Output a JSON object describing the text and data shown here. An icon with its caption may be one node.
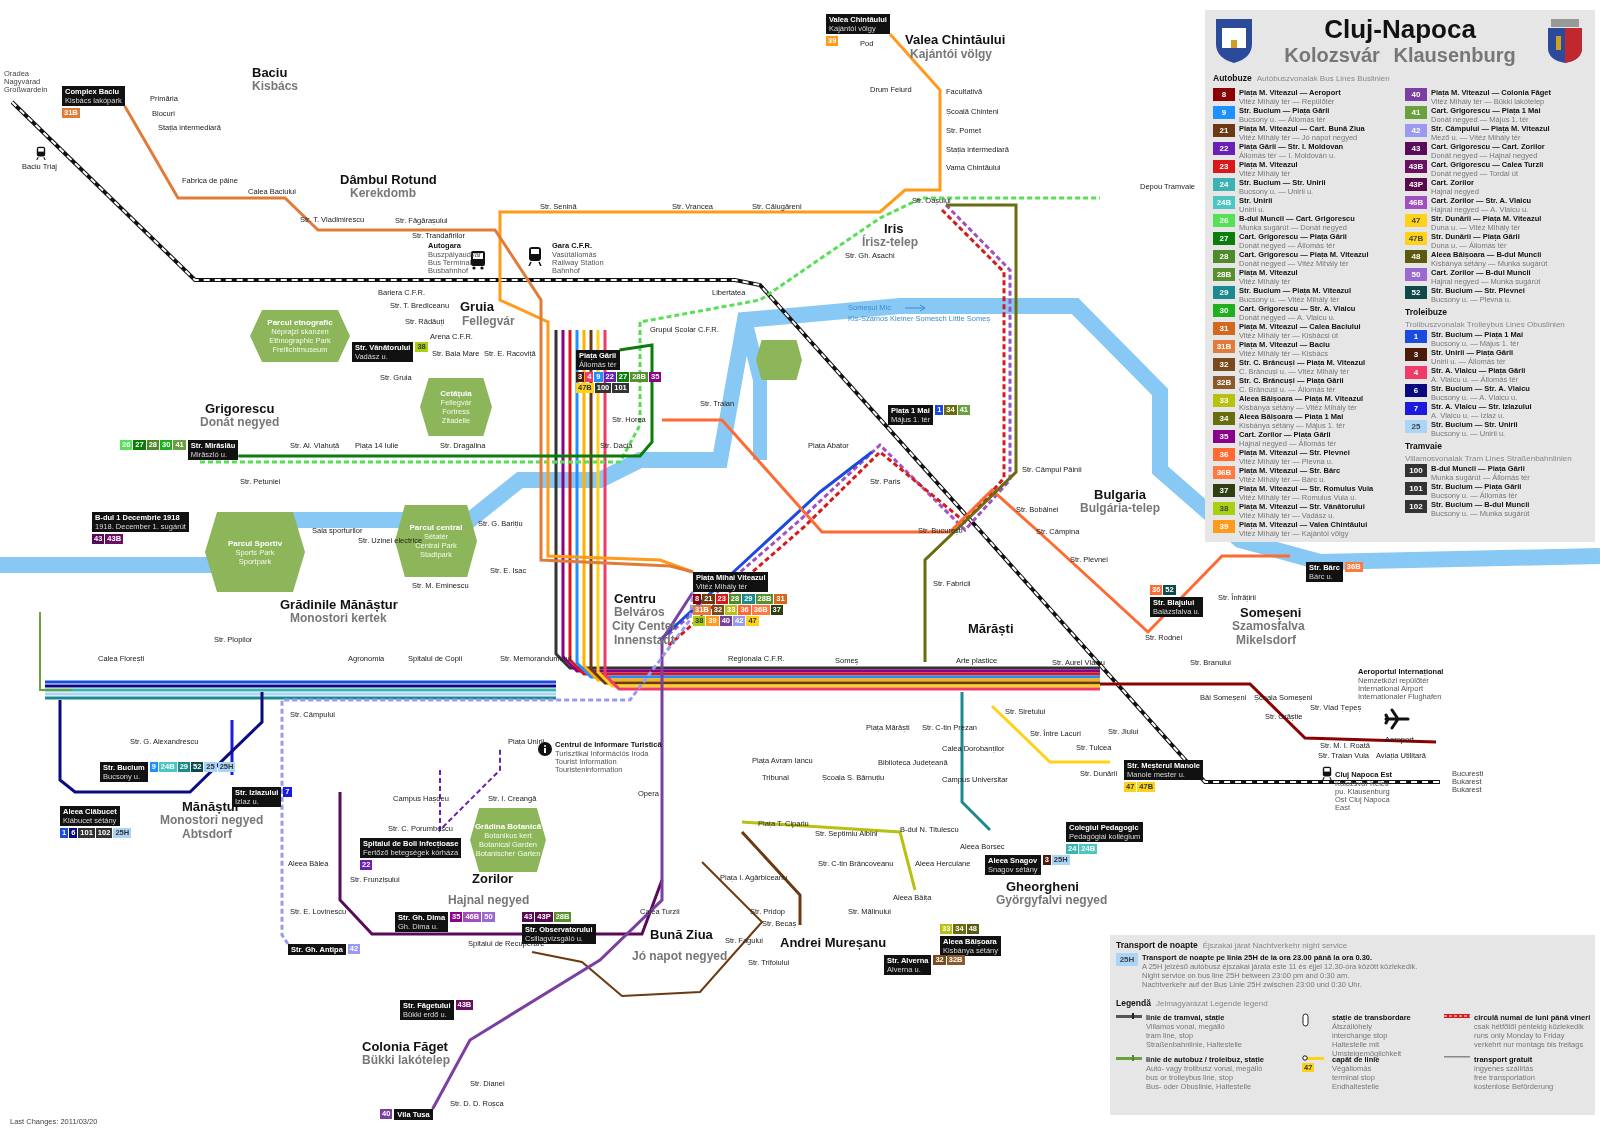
{
  "diagram": {
    "title": "Cluj-Napoca",
    "nodes": [
      {
        "text": [
          "Valea Chintăului",
          "Kajántói völgy"
        ],
        "beside": [
          "39"
        ]
      },
      {
        "text": [
          "Complex Baciu",
          "Kisbács lakópark"
        ],
        "beside": [
          "31B"
        ]
      },
      {
        "text": [
          "Parcul etnografic",
          "Néprajzi skanzen",
          "Ethnographic Park",
          "Freilichtmuseum"
        ]
      },
      {
        "text": [
          "Str. Vânătorului",
          "Vadász u."
        ],
        "beside": [
          "38"
        ]
      },
      {
        "text": [
          "Piața Gării",
          "Állomás tér"
        ],
        "beside": [
          "3",
          "4",
          "9",
          "22",
          "27",
          "28B",
          "35",
          "47B",
          "100",
          "101"
        ]
      },
      {
        "text": [
          "Cetățuia",
          "Fellegvár",
          "Fortress",
          "Zitadelle"
        ]
      },
      {
        "text": [],
        "shape": "hexagon"
      },
      {
        "text": [
          "Piața 1 Mai",
          "Május 1. tér"
        ],
        "beside": [
          "1",
          "34",
          "41"
        ]
      },
      {
        "text": [
          "Str. Mirăslău",
          "Mirăszló u."
        ],
        "beside": [
          "26",
          "27",
          "28",
          "30",
          "41"
        ]
      },
      {
        "text": [
          "B-dul 1 Decembrie 1918",
          "1918. December 1. sugárút"
        ],
        "beside": [
          "43",
          "43B"
        ]
      },
      {
        "text": [
          "Parcul central",
          "Sétatér",
          "Central Park",
          "Stadtpark"
        ]
      },
      {
        "text": [
          "Parcul Sportiv",
          "Sports Park",
          "Sportpark"
        ]
      },
      {
        "text": [
          "Piața Mihai Viteazul",
          "Vitéz Mihály tér"
        ],
        "beside": [
          "8",
          "21",
          "23",
          "28",
          "29",
          "28B",
          "31",
          "31B",
          "32",
          "33",
          "36",
          "36B",
          "37",
          "38",
          "39",
          "40",
          "42",
          "47"
        ]
      },
      {
        "text": [
          "Str. Blajului",
          "Balázsfalva u."
        ],
        "beside": [
          "36",
          "52"
        ]
      },
      {
        "text": [
          "Str. Bârc",
          "Bárc u."
        ],
        "beside": [
          "36B"
        ]
      },
      {
        "text": [
          "Str. Bucium",
          "Bucsony u."
        ],
        "beside": [
          "9",
          "24B",
          "29",
          "52",
          "25",
          "25H"
        ]
      },
      {
        "text": [
          "Str. Meșterul Manole",
          "Manole mester u."
        ],
        "beside": [
          "47",
          "47B"
        ]
      },
      {
        "text": [
          "Aleea Clăbucet",
          "Klábucet sétány"
        ],
        "beside": [
          "1",
          "6",
          "101",
          "102",
          "25H"
        ]
      },
      {
        "text": [
          "Str. Izlazului",
          "Izlaz u."
        ],
        "beside": [
          "7"
        ]
      },
      {
        "text": [
          "Grădina Botanică",
          "Botanikus kert",
          "Botanical Garden",
          "Botanischer Garten"
        ]
      },
      {
        "text": [
          "Colegiul Pedagogic",
          "Pedagógiai kollégium"
        ],
        "beside": [
          "24",
          "24B"
        ]
      },
      {
        "text": [
          "Spitalul de Boli Infecțioase",
          "Fertőző betegségek kórháza"
        ],
        "beside": [
          "22"
        ]
      },
      {
        "text": [
          "Aleea Snagov",
          "Snagov sétány"
        ],
        "beside": [
          "3",
          "25H"
        ]
      },
      {
        "text": [
          "Str. Gh. Antipa"
        ],
        "beside": [
          "42"
        ]
      },
      {
        "text": [
          "Str. Gh. Dima",
          "Gh. Dima u."
        ],
        "beside": [
          "35",
          "46B",
          "50"
        ]
      },
      {
        "text": [
          "Str. Observatorului",
          "Csillagvizsgáló u."
        ],
        "beside": [
          "43",
          "43P",
          "28B"
        ]
      },
      {
        "text": [
          "Aleea Băișoara",
          "Kisbánya sétány"
        ],
        "beside": [
          "33",
          "34",
          "48"
        ]
      },
      {
        "text": [
          "Str. Alverna",
          "Alverna u."
        ],
        "beside": [
          "32",
          "32B"
        ]
      },
      {
        "text": [
          "Str. Făgetului",
          "Bükki erdő u."
        ],
        "beside": [
          "43B"
        ]
      },
      {
        "text": [
          "Vila Tusa"
        ],
        "beside": [
          "40"
        ]
      }
    ],
    "edges": [
      {
        "from": 0,
        "to": 12,
        "arrow": "none",
        "color": "#ff9a1a"
      },
      {
        "from": 1,
        "to": 12,
        "arrow": "none",
        "color": "#e07b39"
      },
      {
        "from": 29,
        "to": 12,
        "arrow": "none",
        "color": "#7a3fa0"
      },
      {
        "from": 23,
        "to": 12,
        "arrow": "none",
        "style": "dashed",
        "color": "#9a9af0"
      },
      {
        "from": 8,
        "to": 4,
        "arrow": "none",
        "color": "#0a7d0a"
      }
    ],
    "labels": [
      "Pod",
      "Valea Chintăului",
      "Kajántói völgy",
      "Oradea Nagyvárad Großwardein",
      "Baciu",
      "Kisbács",
      "Drum Feiurd",
      "Facultativă",
      "Primăria",
      "Blocuri",
      "Școală Chinteni",
      "Stația intermediară",
      "Str. Pomet",
      "Stația intermediară",
      "Baciu Triaj",
      "Vama Chintăului",
      "Fabrica de pâine",
      "Dâmbul Rotund",
      "Calea Baciului",
      "Kerekdomb",
      "Depou Tramvaie",
      "Str. Senină",
      "Str. Vrancea",
      "Str. Călugăreni",
      "Str. Oașului",
      "Str. T. Vladimirescu",
      "Str. Făgărașului",
      "Iris",
      "Str. Trandafirilor",
      "Autogara",
      "Gara C.F.R.",
      "Írisz-telep",
      "Buszpályaudvar Bus Terminal Busbahnhof",
      "Vasútállomás Railway Station Bahnhof",
      "Str. Gh. Asachi",
      "Bariera C.F.R.",
      "Libertatea",
      "Str. T. Brediceanu",
      "Gruia",
      "Someșul Mic",
      "Str. Rădăuți",
      "Fellegvár",
      "Grupul Școlar C.F.R.",
      "Kis-Szamos Kleiner Somesch Little Someș",
      "Arena C.F.R.",
      "Str. Baia Mare",
      "Str. E. Racoviță",
      "Str. Gruia",
      "Grigorescu",
      "Str. Traian",
      "Donát negyed",
      "Str. Horea",
      "Str. Al. Vlahuță",
      "Piața 14 Iulie",
      "Str. Dragalina",
      "Str. Dacia",
      "Piața Abator",
      "Str. Petuniei",
      "Str. Paris",
      "Str. Câmpul Pâinii",
      "Bulgaria",
      "Str. Bobâlnei",
      "Bulgária-telep",
      "Sala sporturilor",
      "Str. G. Barițiu",
      "Str. București",
      "Str. Câmpina",
      "Str. Uzinei electrice",
      "Str. Plevnei",
      "Str. E. Isac",
      "Str. M. Eminescu",
      "Str. Fabricii",
      "Grădinile Mănăștur",
      "Centru",
      "Str. Înfrățirii",
      "Monostori kertek",
      "Belváros",
      "Someșeni",
      "City Center",
      "Mărăști",
      "Szamosfalva",
      "Str. Plopilor",
      "Innenstadt",
      "Str. Rodnei",
      "Mikelsdorf",
      "Calea Florești",
      "Agronomia",
      "Spitalul de Copii",
      "Str. Memorandumului",
      "Regionala C.F.R.",
      "Someș",
      "Arte plastice",
      "Str. Aurel Vlaicu",
      "Str. Branului",
      "Aeroportul Internațional",
      "Băi Someșeni",
      "Școala Someșeni",
      "Str. Vlad Țepeș",
      "Nemzetközi repülőtér International Airport Internationaler Flughafen",
      "Str. Câmpului",
      "Str. Siretului",
      "Str. Orăștie",
      "Piața Mărăști",
      "Str. C-tin Prezan",
      "Str. Între Lacuri",
      "Str. Jiului",
      "Str. G. Alexandrescu",
      "Piața Unirii",
      "Centrul de Informare Turistică",
      "Calea Dorobanților",
      "Str. Tulcea",
      "Str. M. I. Roată",
      "Aeroport",
      "Turisztikai Információs Iroda Tourist Information Touristeninformation",
      "Piața Avram Iancu",
      "Biblioteca Județeană",
      "Str. Traian Vuia",
      "Aviația Utilitară",
      "Tribunal",
      "Școala S. Bărnuțiu",
      "Campus Universitar",
      "Str. Dunării",
      "Cluj Napoca Est",
      "Opera",
      "Kolozsvár Keleti pu. Klausenburg Ost Cluj Napoca East",
      "București Bukarest Bukarest",
      "Mănăștur",
      "Campus Hașdeu",
      "Str. I. Creangă",
      "Monostori negyed",
      "Abtsdorf",
      "Str. C. Porumbescu",
      "Piața T. Cipariu",
      "Str. Septimiu Albini",
      "B-dul N. Titulescu",
      "Aleea Borsec",
      "Aleea Bâlea",
      "Str. C-tin Brâncoveanu",
      "Aleea Herculane",
      "Str. Frunzișului",
      "Zorilor",
      "Piața I. Agârbiceanu",
      "Gheorgheni",
      "Hajnal negyed",
      "Aleea Bâița",
      "Györgyfalvi negyed",
      "Str. E. Lovinescu",
      "Calea Turzii",
      "Str. Pridop",
      "Str. Mălinului",
      "Str. Becaș",
      "Spitalul de Recuperare",
      "Bună Ziua",
      "Str. Fagului",
      "Andrei Mureșanu",
      "Jó napot negyed",
      "Str. Trifoiului",
      "Colonia Făget",
      "Bükki lakótelep",
      "Str. Dianei",
      "Str. D. D. Roșca",
      "Last Changes: 2011/03/20",
      "Kolozsvár Klausenburg",
      "Autobuze",
      "Autóbuszvonalak Bus Lines Buslinien",
      "Piața M. Viteazul — Aeroport",
      "Vitéz Mihály tér — Repülőtér",
      "Str. Bucium — Piața Gării",
      "Bucsony u. — Állomás tér",
      "Piața M. Viteazul — Cart. Bună Ziua",
      "Vitéz Mihály tér — Jó napot negyed",
      "Piața Gării — Str. I. Moldovan",
      "Állomás tér — I. Moldován u.",
      "Piața M. Viteazul",
      "Vitéz Mihály tér",
      "Str. Bucium — Str. Unirii",
      "Bucsony u. — Unirii u.",
      "Str. Unirii",
      "Unirii u.",
      "B-dul Muncii — Cart. Grigorescu",
      "Munka sugárút — Donát negyed",
      "Cart. Grigorescu — Piața Gării",
      "Donát negyed — Állomás tér",
      "Cart. Grigorescu — Piața M. Viteazul",
      "Donát negyed — Vitéz Mihály tér",
      "Piața M. Viteazul",
      "Vitéz Mihály tér",
      "Str. Bucium — Piața M. Viteazul",
      "Bucsony u. — Vitéz Mihály tér",
      "Cart. Grigorescu — Str. A. Vlaicu",
      "Donát negyed — A. Vlaicu u.",
      "Piața M. Viteazul — Calea Baciului",
      "Vitéz Mihály tér — Kisbácsi út",
      "Piața M. Viteazul — Baciu",
      "Vitéz Mihály tér — Kisbács",
      "Str. C. Brâncuși — Piața M. Viteazul",
      "C. Brâncuși u. — Vitéz Mihály tér",
      "Str. C. Brâncuși — Piața Gării",
      "C. Brâncuși u. — Állomás tér",
      "Aleea Băișoara — Piața M. Viteazul",
      "Kisbánya sétány — Vitéz Mihály tér",
      "Aleea Băișoara — Piața 1 Mai",
      "Kisbánya sétány — Május 1. tér",
      "Cart. Zorilor — Piața Gării",
      "Hajnal negyed — Állomás tér",
      "Piața M. Viteazul — Str. Plevnei",
      "Vitéz Mihály tér — Plevna u.",
      "Piața M. Viteazul — Str. Bârc",
      "Vitéz Mihály tér — Bárc u.",
      "Piața M. Viteazul — Str. Romulus Vuia",
      "Vitéz Mihály tér — Romulus Vuia u.",
      "Piața M. Viteazul — Str. Vânătorului",
      "Vitéz Mihály tér — Vadász u.",
      "Piața M. Viteazul — Valea Chintăului",
      "Vitéz Mihály tér — Kajántói völgy",
      "Piața M. Viteazul — Colonia Făget",
      "Vitéz Mihály tér — Bükki lakótelep",
      "Cart. Grigorescu — Piața 1 Mai",
      "Donát negyed — Május 1. tér",
      "Str. Câmpului — Piața M. Viteazul",
      "Mező u. — Vitéz Mihály tér",
      "Cart. Grigorescu — Cart. Zorilor",
      "Donát negyed — Hajnal negyed",
      "Cart. Grigorescu — Calea Turzii",
      "Donát negyed — Tordai út",
      "Cart. Zorilor",
      "Hajnal negyed",
      "Cart. Zorilor — Str. A. Vlaicu",
      "Hajnal negyed — A. Vlaicu u.",
      "Str. Dunării — Piața M. Viteazul",
      "Duna u. — Vitéz Mihály tér",
      "Str. Dunării — Piața Gării",
      "Duna u. — Állomás tér",
      "Aleea Băișoara — B-dul Muncii",
      "Kisbánya sétány — Munka sugárút",
      "Cart. Zorilor — B-dul Muncii",
      "Hajnal negyed — Munka sugárút",
      "Str. Bucium — Str. Plevnei",
      "Bucsony u. — Plevna u.",
      "Troleibuze",
      "Trolibuszvonalak Trolleybus Lines Obuslinien",
      "Str. Bucium — Piața 1 Mai",
      "Bucsony u. — Május 1. tér",
      "Str. Unirii — Piața Gării",
      "Unirii u. — Állomás tér",
      "Str. A. Vlaicu — Piața Gării",
      "A. Vlaicu u. — Állomás tér",
      "Str. Bucium — Str. A. Vlaicu",
      "Bucsony u. — A. Vlaicu u.",
      "Str. A. Vlaicu — Str. Izlazului",
      "A. Vlaicu u. — Izlaz u.",
      "Str. Bucium — Str. Unirii",
      "Bucsony u. — Unirii u.",
      "Tramvaie",
      "Villamosvonalak Tram Lines Straßenbahnlinien",
      "B-dul Muncii — Piața Gării",
      "Munka sugárút — Állomás tér",
      "Str. Bucium — Piața Gării",
      "Bucsony u. — Állomás tér",
      "Str. Bucium — B-dul Muncii",
      "Bucsony u. — Munka sugárút",
      "Transport de noapte",
      "Éjszakai járat Nachtverkehr night service",
      "Transport de noapte pe linia 25H de la ora 23.00 până la ora 0.30.",
      "A 25H jelzésű autóbusz éjszakai járata este 11 és éjjel 12.30-óra között közlekedik.",
      "Night service on bus line 25H between 23:00 pm and 0:30 am.",
      "Nachtverkehr auf der Bus Linie 25H zwischen 23:00 und 0:30 Uhr.",
      "Legendă",
      "Jelmagyarázat Legende legend",
      "Villamos vonal, megálló",
      "tram line, stop",
      "Straßenbahnlinie, Haltestelle",
      "Átszállóhely",
      "interchange stop",
      "Haltestelle mit Umsteigemöglichkeit",
      "csak hétfőtől péntekig közlekedik",
      "runs only Monday to Friday",
      "verkehrt nur montags bis freitags",
      "Autó- vagy trolibusz vonal, megálló",
      "bus or trolleybus line, stop",
      "Bus- oder Obuslinie, Haltestelle",
      "Végállomás",
      "terminal stop",
      "Endhaltestelle",
      "47",
      "ingyenes szállítás",
      "free transportation",
      "kostenlose Beförderung"
    ],
    "legend": [
      {
        "text": "8",
        "color": "#8b0000"
      },
      {
        "text": "9",
        "color": "#1e90ff"
      },
      {
        "text": "21",
        "color": "#6b3a12"
      },
      {
        "text": "22",
        "color": "#6a1fb5"
      },
      {
        "text": "23",
        "color": "#d7191c"
      },
      {
        "text": "24",
        "color": "#3cb3b0"
      },
      {
        "text": "24B",
        "color": "#4cc6c0"
      },
      {
        "text": "26",
        "color": "#55e055"
      },
      {
        "text": "27",
        "color": "#0a7d0a"
      },
      {
        "text": "28",
        "color": "#4f8a2a"
      },
      {
        "text": "28B",
        "color": "#5a8f2f"
      },
      {
        "text": "29",
        "color": "#1b8a8f"
      },
      {
        "text": "30",
        "color": "#1fb01f"
      },
      {
        "text": "31",
        "color": "#d2691e"
      },
      {
        "text": "31B",
        "color": "#e07b39"
      },
      {
        "text": "32",
        "color": "#7a4a1f"
      },
      {
        "text": "32B",
        "color": "#8b5a2b"
      },
      {
        "text": "33",
        "color": "#b8c010"
      },
      {
        "text": "34",
        "color": "#6b6b10"
      },
      {
        "text": "35",
        "color": "#8b008b"
      },
      {
        "text": "36",
        "color": "#ff6a33"
      },
      {
        "text": "36B",
        "color": "#ff7a40"
      },
      {
        "text": "37",
        "color": "#2f3f0f"
      },
      {
        "text": "38",
        "color": "#a8d010"
      },
      {
        "text": "39",
        "color": "#ff9a1a"
      },
      {
        "text": "40",
        "color": "#7a3fa0"
      },
      {
        "text": "41",
        "color": "#6aa040"
      },
      {
        "text": "42",
        "color": "#9a9af0"
      },
      {
        "text": "43",
        "color": "#5a0a5a"
      },
      {
        "text": "43B",
        "color": "#6a1060"
      },
      {
        "text": "43P",
        "color": "#5a0a4a"
      },
      {
        "text": "46B",
        "color": "#a050c0"
      },
      {
        "text": "47",
        "color": "#ffd21a"
      },
      {
        "text": "47B",
        "color": "#ffd21a"
      },
      {
        "text": "48",
        "color": "#5a5a10"
      },
      {
        "text": "50",
        "color": "#9a6ad0"
      },
      {
        "text": "52",
        "color": "#0f4a4a"
      },
      {
        "text": "1",
        "color": "#1a4adf"
      },
      {
        "text": "3",
        "color": "#4a1a0a"
      },
      {
        "text": "4",
        "color": "#f03a6a"
      },
      {
        "text": "6",
        "color": "#0a0a80"
      },
      {
        "text": "7",
        "color": "#1a1ae0"
      },
      {
        "text": "25",
        "color": "#aad4f8"
      },
      {
        "text": "100",
        "color": "#333333"
      },
      {
        "text": "101",
        "color": "#333333"
      },
      {
        "text": "102",
        "color": "#333333"
      },
      {
        "text": "25H",
        "color": "#aad4f8"
      },
      {
        "text": "linie de tramvai, stație"
      },
      {
        "text": "stație de transbordare"
      },
      {
        "text": "circulă numai de luni până vineri"
      },
      {
        "text": "linie de autobuz / troleibuz, stație"
      },
      {
        "text": "capăt de linie"
      },
      {
        "text": "transport gratuit"
      }
    ]
  }
}
